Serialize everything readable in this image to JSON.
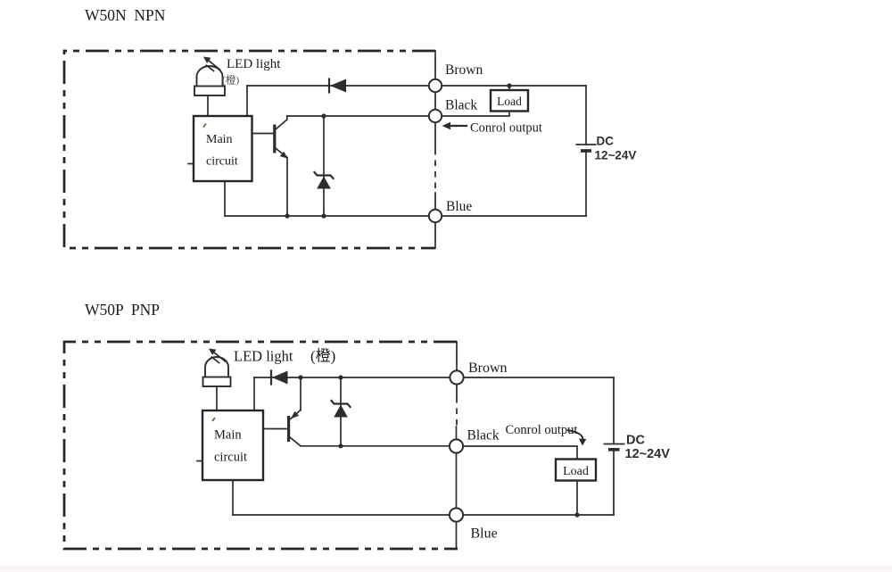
{
  "npn": {
    "title": "W50N  NPN",
    "led_label": "LED light",
    "led_color_note": "(橙)",
    "main_circuit_line1": "Main",
    "main_circuit_line2": "circuit",
    "wire_brown": "Brown",
    "wire_black": "Black",
    "wire_blue": "Blue",
    "load_label": "Load",
    "control_output_label": "Conrol output",
    "supply_name": "DC",
    "supply_voltage": "12~24V"
  },
  "pnp": {
    "title": "W50P  PNP",
    "led_label": "LED light",
    "led_color_note": "(橙)",
    "main_circuit_line1": "Main",
    "main_circuit_line2": "circuit",
    "wire_brown": "Brown",
    "wire_black": "Black",
    "wire_blue": "Blue",
    "load_label": "Load",
    "control_output_label": "Conrol output",
    "supply_name": "DC",
    "supply_voltage": "12~24V"
  },
  "colors": {
    "line": "#2d2d2d",
    "text": "#1b1b1b",
    "background": "#ffffff"
  }
}
